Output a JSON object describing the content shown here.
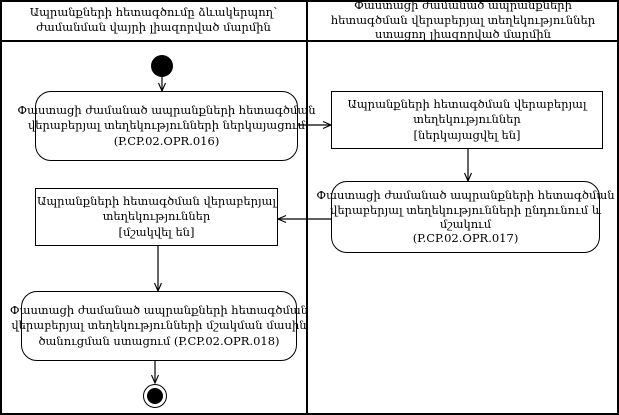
{
  "diagram": {
    "kind": "uml-activity-diagram-with-swimlanes",
    "colors": {
      "stroke": "#000000",
      "background": "#ffffff",
      "node_fill": "#ffffff"
    },
    "lanes": {
      "left": {
        "title": "Ապրանքների հետագծումը ձևակերպող՝ ժամանման վայրի լիազորված մարմին"
      },
      "right": {
        "title": "Փաստացի ժամանած ապրանքների հետագծման վերաբերյալ տեղեկություններ ստացող լիազորված մարմին"
      }
    },
    "nodes": {
      "start": {
        "type": "initial-node",
        "lane": "left"
      },
      "submit_info": {
        "type": "action-rounded",
        "lane": "left",
        "lines": [
          "Փաստացի ժամանած ապրանքների հետագծման",
          "վերաբերյալ տեղեկությունների ներկայացում",
          "(P.CP.02.OPR.016)"
        ]
      },
      "info_submitted": {
        "type": "object-rectangle",
        "lane": "right",
        "lines": [
          "Ապրանքների հետագծման վերաբերյալ",
          "տեղեկություններ",
          "[ներկայացվել են]"
        ]
      },
      "receive_process": {
        "type": "action-rounded",
        "lane": "right",
        "lines": [
          "Փաստացի ժամանած ապրանքների հետագծման",
          "վերաբերյալ տեղեկությունների ընդունում և",
          "մշակում",
          "(P.CP.02.OPR.017)"
        ]
      },
      "info_processed": {
        "type": "object-rectangle",
        "lane": "left",
        "lines": [
          "Ապրանքների հետագծման վերաբերյալ",
          "տեղեկություններ",
          "[մշակվել են]"
        ]
      },
      "receive_notice": {
        "type": "action-rounded",
        "lane": "left",
        "lines": [
          "Փաստացի ժամանած ապրանքների հետագծման",
          "վերաբերյալ տեղեկությունների մշակման մասին",
          "ծանուցման ստացում (P.CP.02.OPR.018)"
        ]
      },
      "end": {
        "type": "activity-final-node",
        "lane": "left"
      }
    },
    "edges": [
      {
        "from": "start",
        "to": "submit_info"
      },
      {
        "from": "submit_info",
        "to": "info_submitted"
      },
      {
        "from": "info_submitted",
        "to": "receive_process"
      },
      {
        "from": "receive_process",
        "to": "info_processed"
      },
      {
        "from": "info_processed",
        "to": "receive_notice"
      },
      {
        "from": "receive_notice",
        "to": "end"
      }
    ]
  }
}
